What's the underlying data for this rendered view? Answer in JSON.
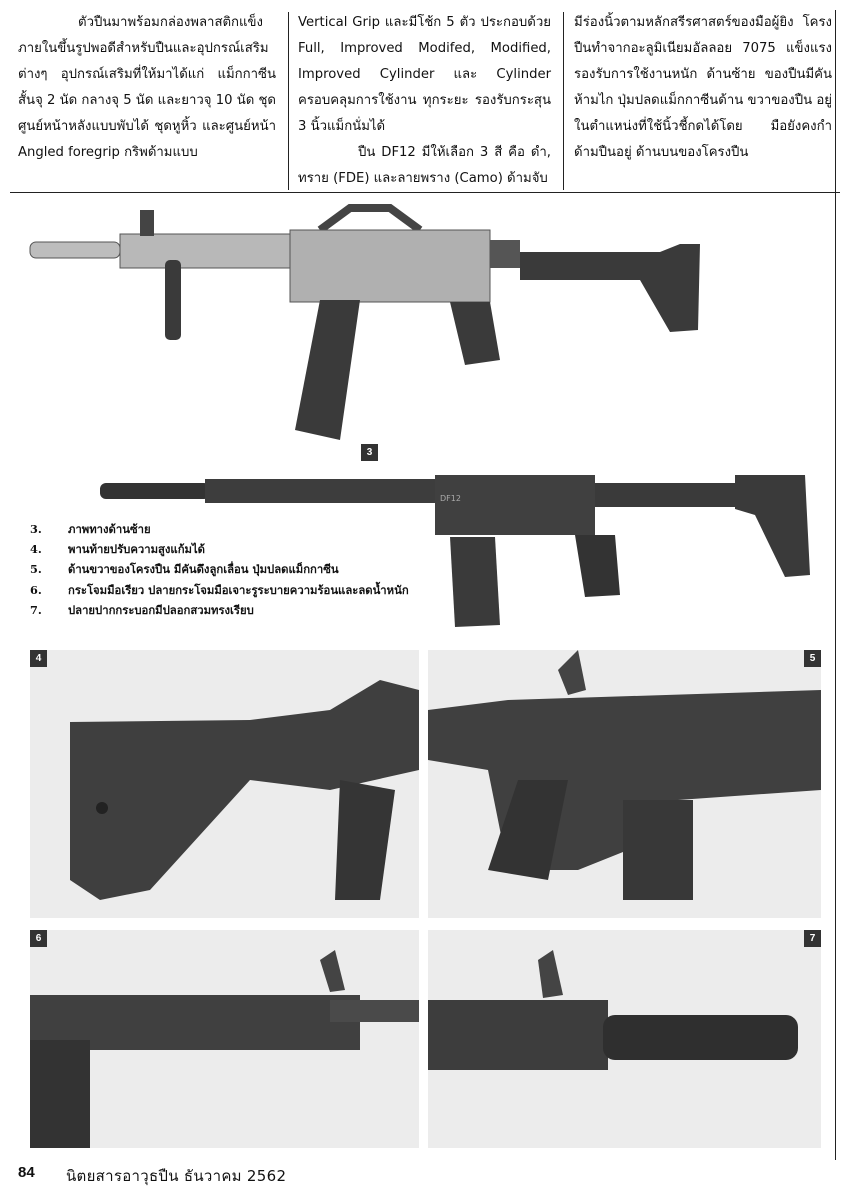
{
  "columns": {
    "col1": [
      "ตัวปืนมาพร้อมกล่องพลาสติกแข็ง ภายในขึ้นรูปพอดีสำหรับปืนและอุปกรณ์เสริม ต่างๆ อุปกรณ์เสริมที่ให้มาได้แก่ แม็กกาซีน สั้นจุ 2 นัด กลางจุ 5 นัด และยาวจุ 10 นัด ชุดศูนย์หน้าหลังแบบพับได้ ชุดหูหิ้ว และศูนย์หน้า Angled foregrip กริพด้ามแบบ"
    ],
    "col2a": "Vertical Grip และมีโช้ก 5 ตัว ประกอบด้วย Full, Improved Modifed, Modified, Improved Cylinder และ Cylinder ครอบคลุมการใช้งาน ทุกระยะ รองรับกระสุน 3 นิ้วแม็กนั่มได้",
    "col2b": "ปืน DF12 มีให้เลือก 3 สี คือ ดำ, ทราย (FDE) และลายพราง (Camo) ด้ามจับ",
    "col3": "มีร่องนิ้วตามหลักสรีรศาสตร์ของมือผู้ยิง โครงปืนทำจากอะลูมิเนียมอัลลอย 7075 แข็งแรงรองรับการใช้งานหนัก ด้านซ้าย ของปืนมีคันห้ามไก ปุ่มปลดแม็กกาซีนด้าน ขวาของปืน อยู่ในตำแหน่งที่ใช้นิ้วชี้กดได้โดย มือยังคงกำด้ามปืนอยู่ ด้านบนของโครงปืน"
  },
  "figures": {
    "badge3": "3",
    "badge4": "4",
    "badge5": "5",
    "badge6": "6",
    "badge7": "7",
    "gun_marking": "DF12"
  },
  "captions": [
    {
      "num": "3.",
      "text": "ภาพทางด้านซ้าย"
    },
    {
      "num": "4.",
      "text": "พานท้ายปรับความสูงแก้มได้"
    },
    {
      "num": "5.",
      "text": "ด้านขวาของโครงปืน มีคันดึงลูกเลื่อน ปุ่มปลดแม็กกาซีน"
    },
    {
      "num": "6.",
      "text": "กระโจมมือเรียว ปลายกระโจมมือเจาะรูระบายความร้อนและลดน้ำหนัก"
    },
    {
      "num": "7.",
      "text": "ปลายปากกระบอกมีปลอกสวมทรงเรียบ"
    }
  ],
  "footer": {
    "page_number": "84",
    "magazine_title": "นิตยสารอาวุธปืน ธันวาคม 2562"
  },
  "colors": {
    "gun_dark": "#3a3a3a",
    "gun_light": "#b8b8b8",
    "photo_bg": "#ececec",
    "badge_bg": "#333333"
  }
}
